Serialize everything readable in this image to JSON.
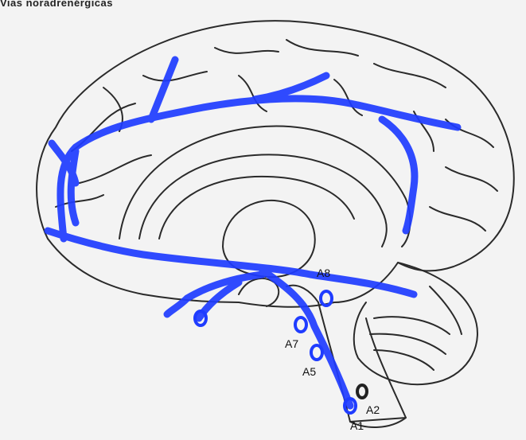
{
  "title": "Vias noradrenérgicas",
  "labels": {
    "a8": "A8",
    "a7": "A7",
    "a5": "A5",
    "a2": "A2",
    "a1": "A1"
  },
  "colors": {
    "pathway": "#1f3cff",
    "outline": "#2a2a2a",
    "background": "#f3f3f3"
  }
}
